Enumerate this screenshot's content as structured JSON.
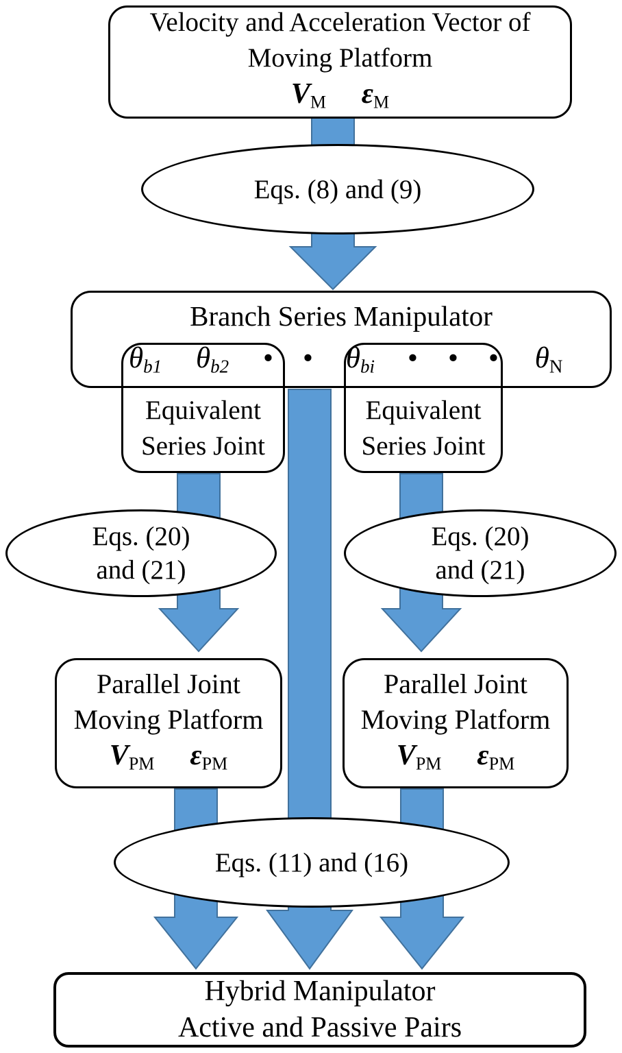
{
  "colors": {
    "background": "#FFFFFF",
    "outline": "#000000",
    "text": "#000000",
    "arrow_fill": "#5B9BD5",
    "arrow_stroke": "#41719C"
  },
  "top_box": {
    "line1": "Velocity and Acceleration Vector of",
    "line2": "Moving Platform",
    "symbols": [
      {
        "base": "V",
        "sub": "M"
      },
      {
        "base": "ε",
        "sub": "M"
      }
    ]
  },
  "ellipse_eq89": {
    "label": "Eqs. (8) and (9)"
  },
  "branch_box": {
    "title": "Branch Series Manipulator",
    "joints": [
      {
        "base": "θ",
        "sub": "b1"
      },
      {
        "base": "θ",
        "sub": "b2"
      },
      {
        "base": "•",
        "sub": ""
      },
      {
        "base": "•",
        "sub": ""
      },
      {
        "base": "θ",
        "sub": "bi"
      },
      {
        "base": "•",
        "sub": ""
      },
      {
        "base": "•",
        "sub": ""
      },
      {
        "base": "•",
        "sub": ""
      },
      {
        "base": "θ",
        "sub": "N"
      }
    ]
  },
  "series_joint_left": {
    "line1": "Equivalent",
    "line2": "Series Joint"
  },
  "series_joint_right": {
    "line1": "Equivalent",
    "line2": "Series Joint"
  },
  "ellipse_eq2021_left": {
    "line1": "Eqs. (20)",
    "line2": "and (21)"
  },
  "ellipse_eq2021_right": {
    "line1": "Eqs. (20)",
    "line2": "and (21)"
  },
  "parallel_left": {
    "line1": "Parallel Joint",
    "line2": "Moving Platform",
    "symbols": [
      {
        "base": "V",
        "sub": "PM"
      },
      {
        "base": "ε",
        "sub": "PM"
      }
    ]
  },
  "parallel_right": {
    "line1": "Parallel Joint",
    "line2": "Moving Platform",
    "symbols": [
      {
        "base": "V",
        "sub": "PM"
      },
      {
        "base": "ε",
        "sub": "PM"
      }
    ]
  },
  "ellipse_eq1116": {
    "label": "Eqs. (11) and (16)"
  },
  "hybrid_box": {
    "line1": "Hybrid Manipulator",
    "line2": "Active and Passive Pairs"
  }
}
